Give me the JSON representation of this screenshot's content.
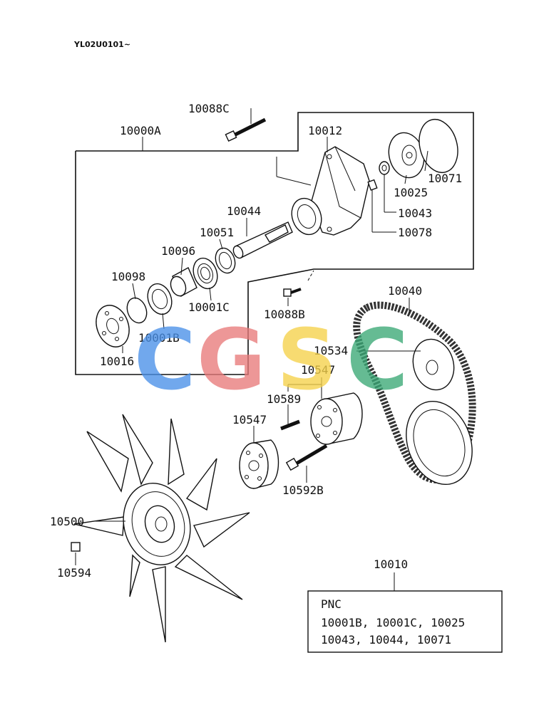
{
  "header_code": "YL02U0101~",
  "labels": {
    "p10088C": "10088C",
    "p10000A": "10000A",
    "p10012": "10012",
    "p10071": "10071",
    "p10025": "10025",
    "p10043": "10043",
    "p10078": "10078",
    "p10044": "10044",
    "p10051": "10051",
    "p10096": "10096",
    "p10098": "10098",
    "p10001C": "10001C",
    "p10001B": "10001B",
    "p10016": "10016",
    "p10088B": "10088B",
    "p10040": "10040",
    "p10534": "10534",
    "p10547a": "10547",
    "p10589": "10589",
    "p10547b": "10547",
    "p10592B": "10592B",
    "p10500": "10500",
    "p10594": "10594",
    "p10010": "10010"
  },
  "pnc_box": {
    "title": "PNC",
    "line1": "10001B, 10001C, 10025",
    "line2": "10043, 10044, 10071"
  },
  "watermark": {
    "letters": [
      "C",
      "G",
      "S",
      "C"
    ],
    "colors": [
      "#4a90e8",
      "#e87a7a",
      "#f5d24a",
      "#3aa876"
    ]
  }
}
